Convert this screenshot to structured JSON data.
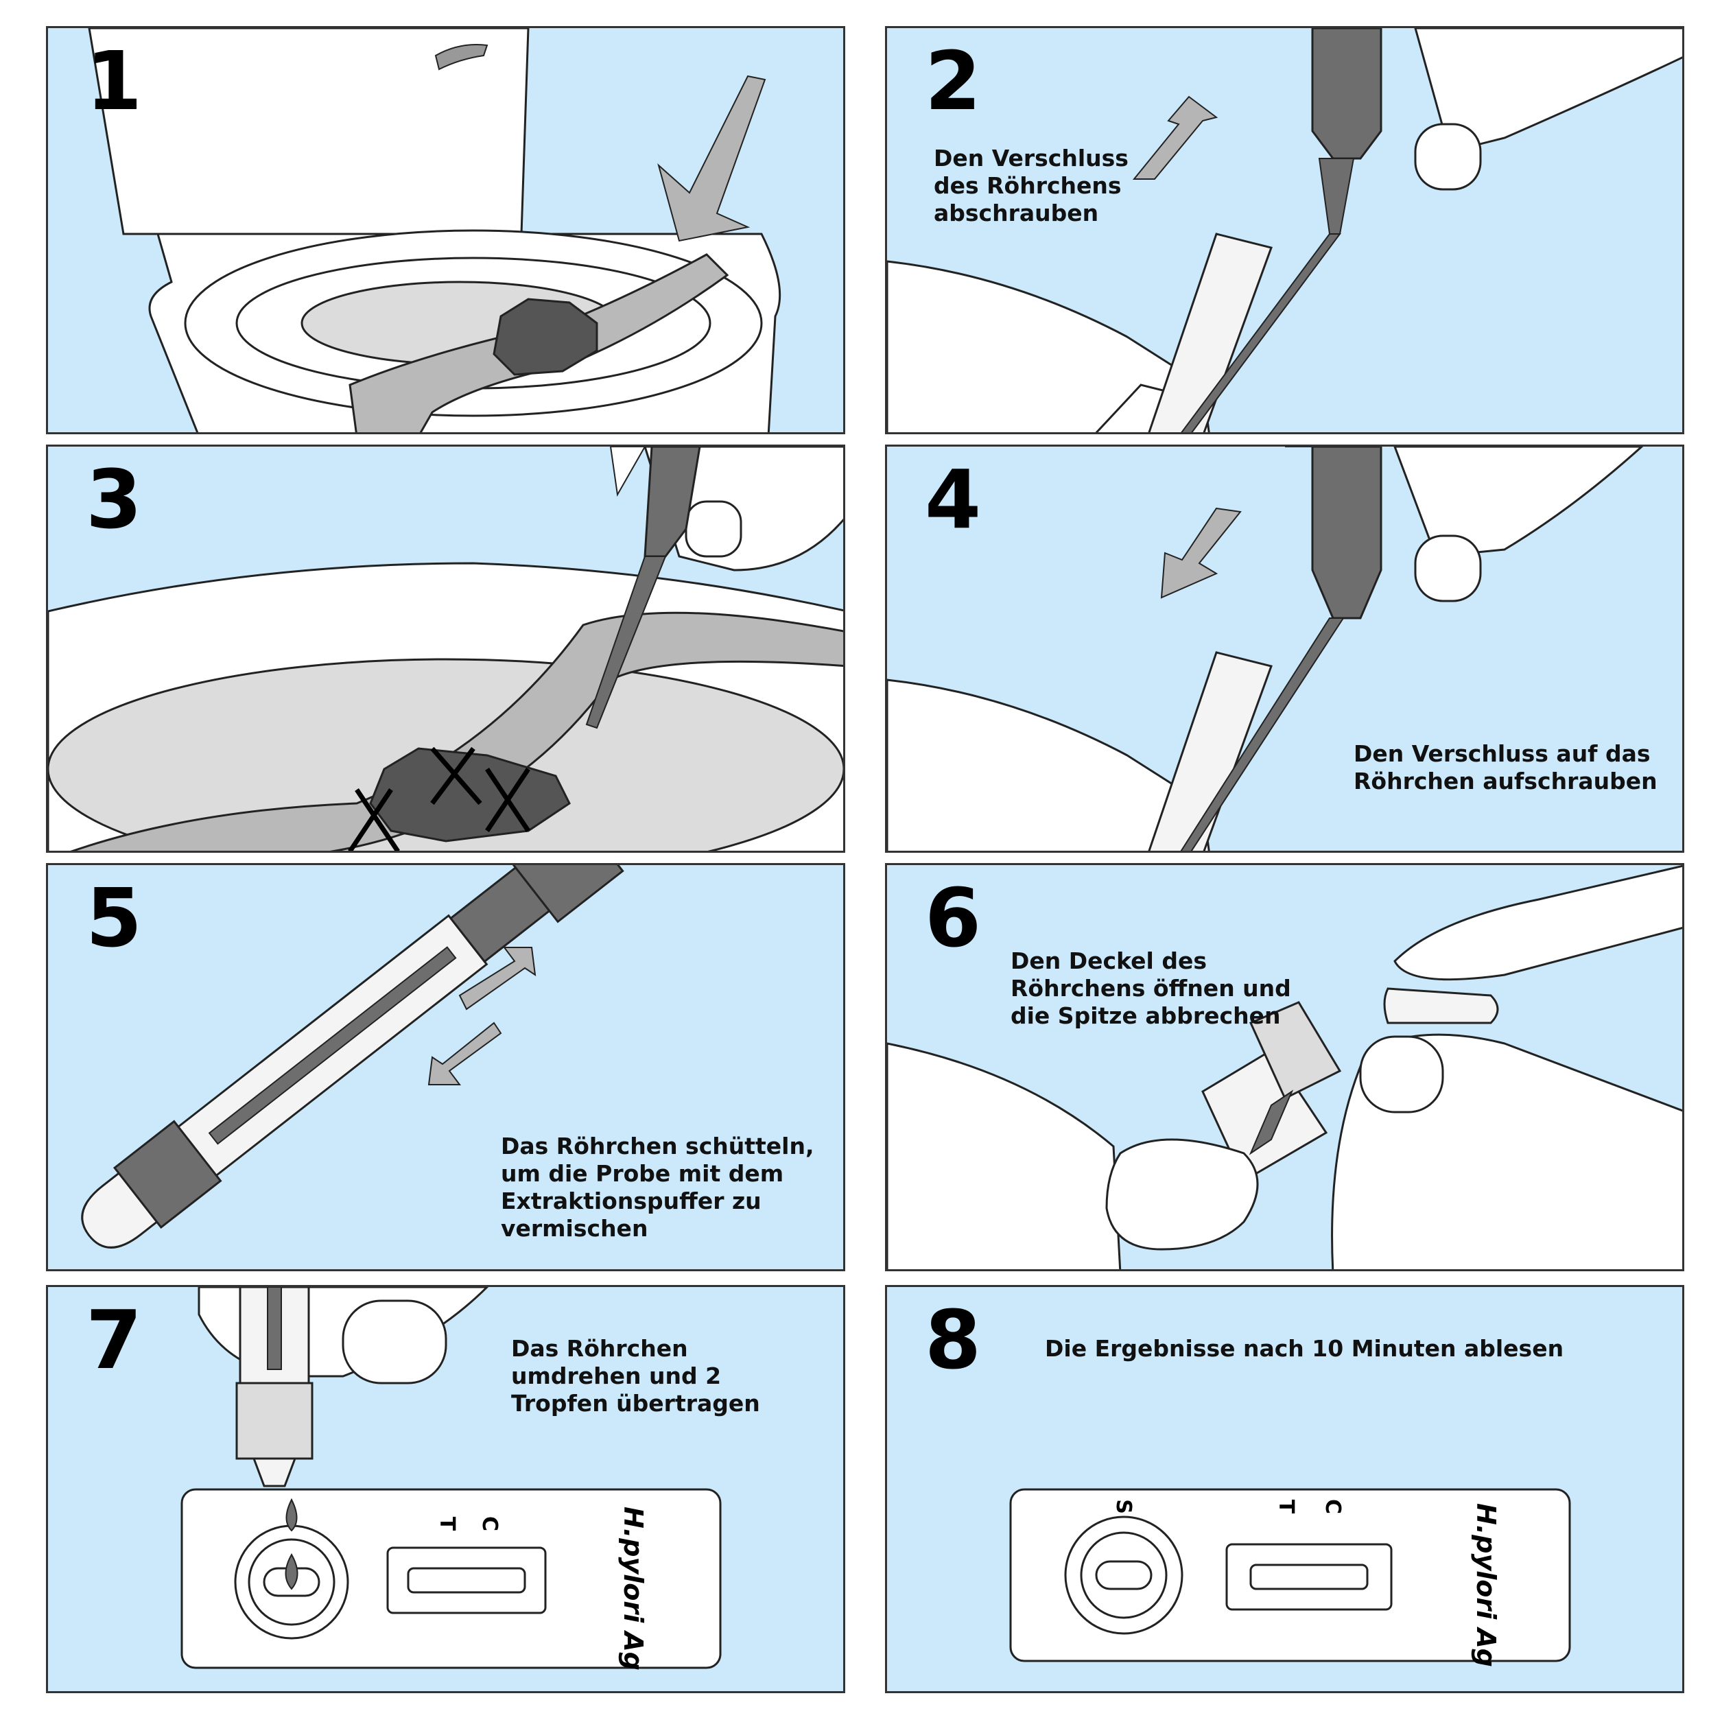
{
  "steps": [
    {
      "number": "1",
      "text": ""
    },
    {
      "number": "2",
      "text": "Den Verschluss\ndes Röhrchens\nabschrauben"
    },
    {
      "number": "3",
      "text": ""
    },
    {
      "number": "4",
      "text": "Den Verschluss auf das\nRöhrchen aufschrauben"
    },
    {
      "number": "5",
      "text": "Das Röhrchen schütteln,\num die Probe mit dem\nExtraktionspuffer zu\nvermischen"
    },
    {
      "number": "6",
      "text": "Den Deckel des\nRöhrchens öffnen und\ndie Spitze abbrechen"
    },
    {
      "number": "7",
      "text": "Das Röhrchen\numdrehen und 2\nTropfen übertragen"
    },
    {
      "number": "8",
      "text": "Die Ergebnisse nach 10 Minuten ablesen"
    }
  ],
  "cassette": {
    "brand": "H.pylori Ag",
    "sample_label": "S",
    "test_label": "T",
    "control_label": "C"
  },
  "colors": {
    "panel_bg": "#cbe9fb",
    "stool": "#555555",
    "paper": "#b9b9b9",
    "tube_dark": "#6e6e6e",
    "arrow": "#b5b5b5"
  }
}
